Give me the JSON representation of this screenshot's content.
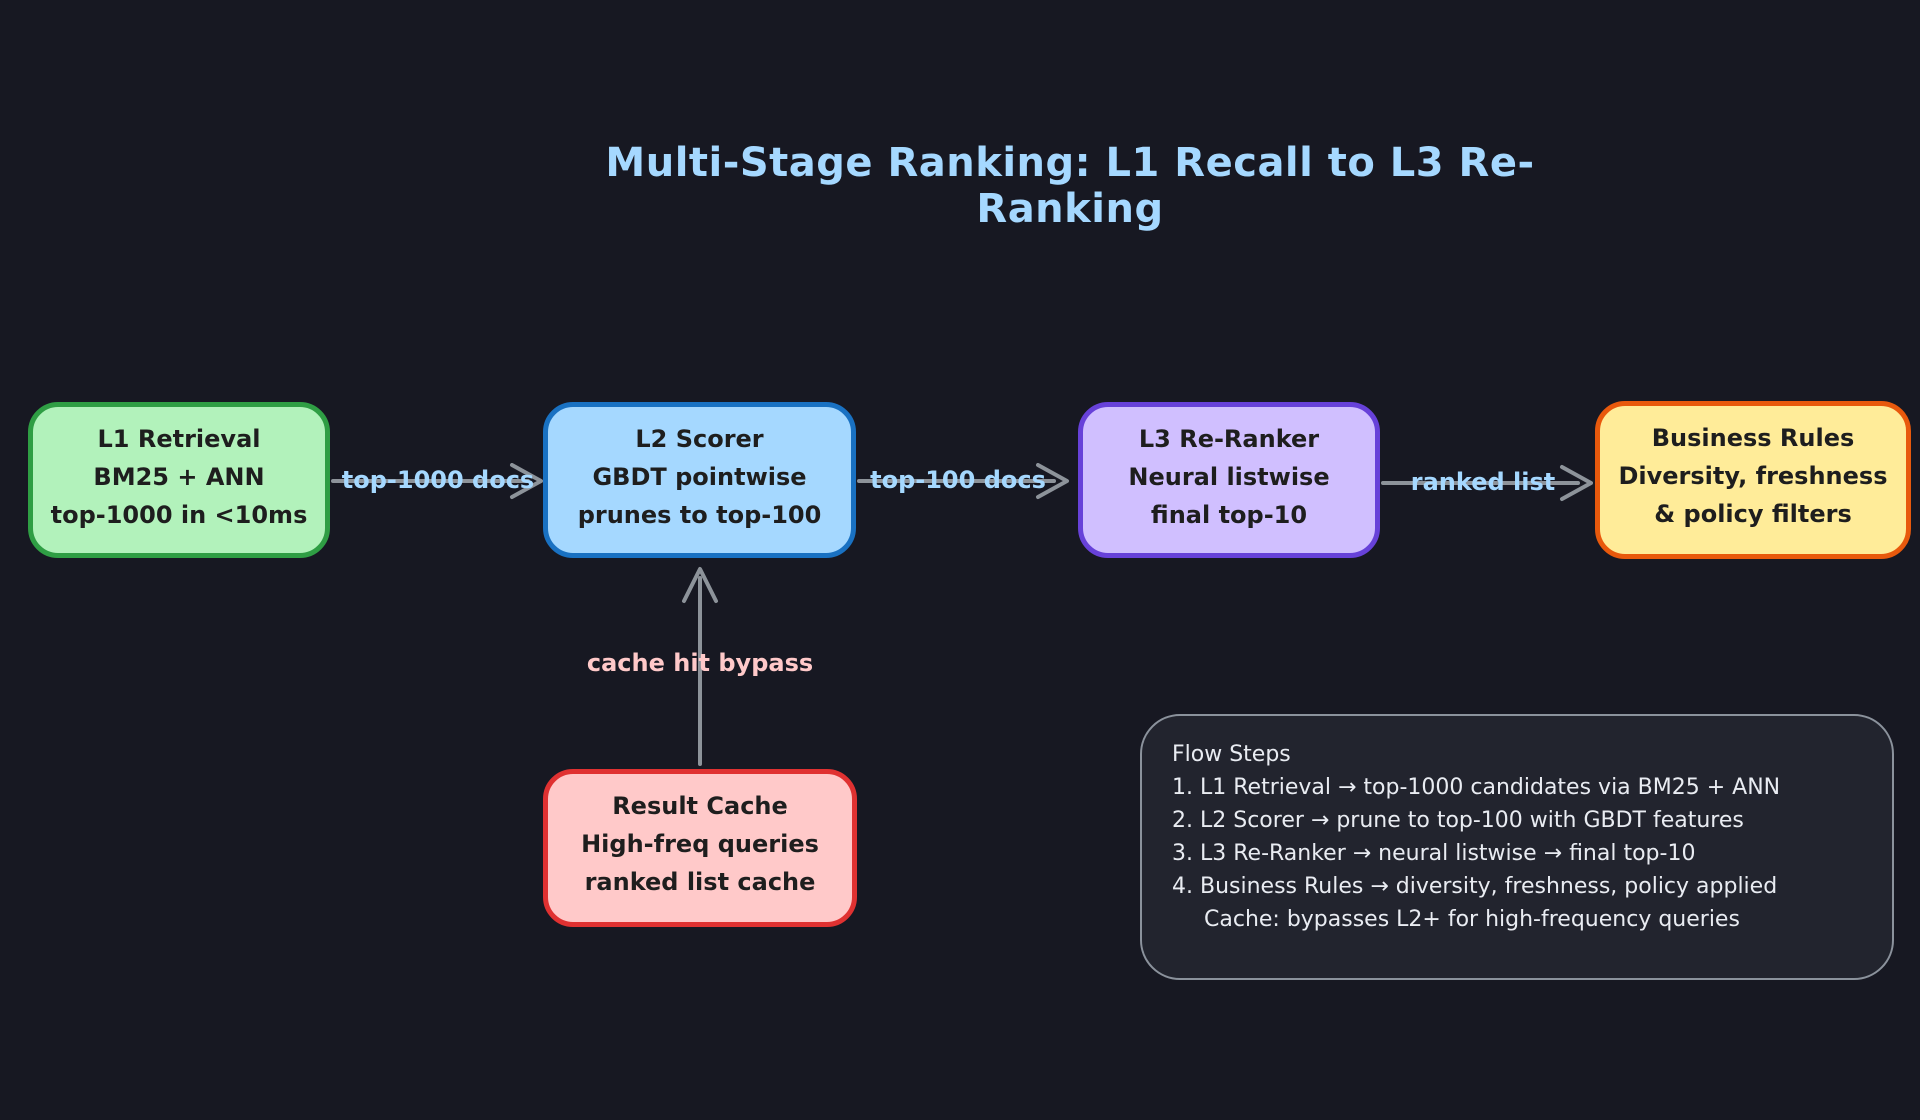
{
  "title": "Multi-Stage Ranking: L1 Recall to L3 Re-Ranking",
  "nodes": [
    {
      "id": "l1-retrieval",
      "lines": [
        "L1 Retrieval",
        "BM25 + ANN",
        "top-1000 in <10ms"
      ],
      "fill": "#b2f2bb",
      "border": "#2f9e44"
    },
    {
      "id": "l2-scorer",
      "lines": [
        "L2 Scorer",
        "GBDT pointwise",
        "prunes to top-100"
      ],
      "fill": "#a5d8ff",
      "border": "#1971c2"
    },
    {
      "id": "l3-re-ranker",
      "lines": [
        "L3 Re-Ranker",
        "Neural listwise",
        "final top-10"
      ],
      "fill": "#d0bfff",
      "border": "#6741d9"
    },
    {
      "id": "business-rules",
      "lines": [
        "Business Rules",
        "Diversity, freshness",
        "& policy filters"
      ],
      "fill": "#ffec99",
      "border": "#e8590c"
    },
    {
      "id": "result-cache",
      "lines": [
        "Result Cache",
        "High-freq queries",
        "ranked list cache"
      ],
      "fill": "#ffc9c9",
      "border": "#e03131"
    }
  ],
  "edges": [
    {
      "label": "top-1000 docs",
      "from": "l1-retrieval",
      "to": "l2-scorer",
      "color": "#a5d8ff"
    },
    {
      "label": "top-100 docs",
      "from": "l2-scorer",
      "to": "l3-re-ranker",
      "color": "#a5d8ff"
    },
    {
      "label": "ranked list",
      "from": "l3-re-ranker",
      "to": "business-rules",
      "color": "#a5d8ff"
    },
    {
      "label": "cache hit bypass",
      "from": "result-cache",
      "to": "l2-scorer",
      "color": "#ffc9c9"
    }
  ],
  "notes": {
    "title": "Flow Steps",
    "lines": [
      "1. L1 Retrieval → top-1000 candidates via BM25 + ANN",
      "2. L2 Scorer → prune to top-100 with GBDT features",
      "3. L3 Re-Ranker → neural listwise → final top-10",
      "4. Business Rules → diversity, freshness, policy applied",
      "Cache: bypasses L2+ for high-frequency queries"
    ]
  },
  "colors": {
    "background": "#171822",
    "title_text": "#a5d8ff",
    "arrow": "#9aa1a8",
    "node_text": "#1e1e1e",
    "notes_text": "#e9ecf2",
    "cache_label": "#ffc9c9"
  }
}
